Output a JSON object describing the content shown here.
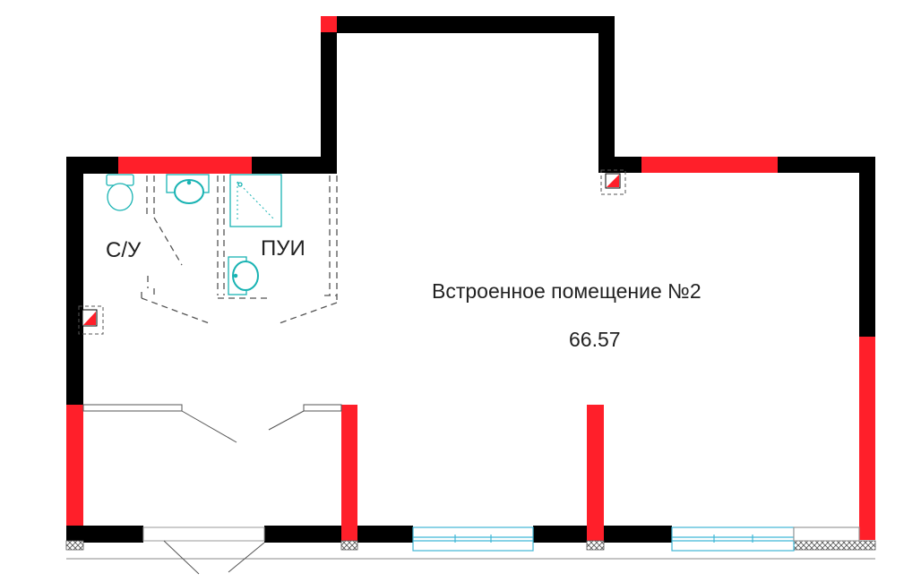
{
  "rooms": {
    "bathroom_label": "С/У",
    "utility_label": "ПУИ",
    "main_label": "Встроенное помещение №2",
    "main_area": "66.57"
  },
  "icons": [
    "toilet-icon",
    "sink-icon",
    "shower-tray-icon",
    "riser-icon"
  ],
  "colors": {
    "wall": "#000000",
    "wall_highlight": "#ff1f2a",
    "fixture": "#19b3b3",
    "window": "#3fb6d6",
    "dashed": "#555555"
  }
}
